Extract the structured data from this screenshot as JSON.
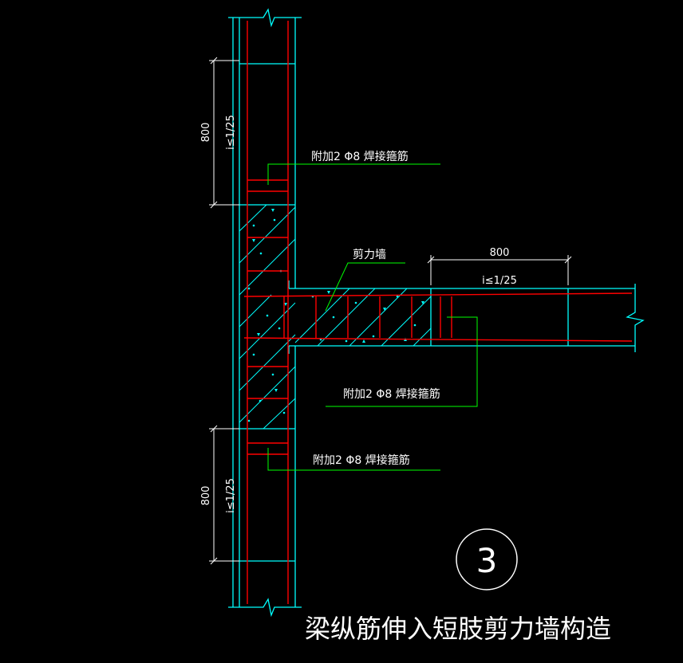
{
  "colors": {
    "background": "#000000",
    "wall": "#00ffff",
    "rebar": "#ff0000",
    "leader": "#00ff00",
    "dimension": "#ffffff",
    "concrete_marks": "#00ffff",
    "text": "#ffffff"
  },
  "title": "梁纵筋伸入短肢剪力墙构造",
  "detail_number": "3",
  "labels": {
    "stirrup_top": "附加2 Φ8 焊接箍筋",
    "stirrup_middle": "附加2 Φ8 焊接箍筋",
    "stirrup_bottom": "附加2 Φ8 焊接箍筋",
    "shear_wall": "剪力墙"
  },
  "dimensions": {
    "top_length": "800",
    "top_slope": "i≤1/25",
    "bottom_length": "800",
    "bottom_slope": "i≤1/25",
    "beam_length": "800",
    "beam_slope": "i≤1/25"
  }
}
